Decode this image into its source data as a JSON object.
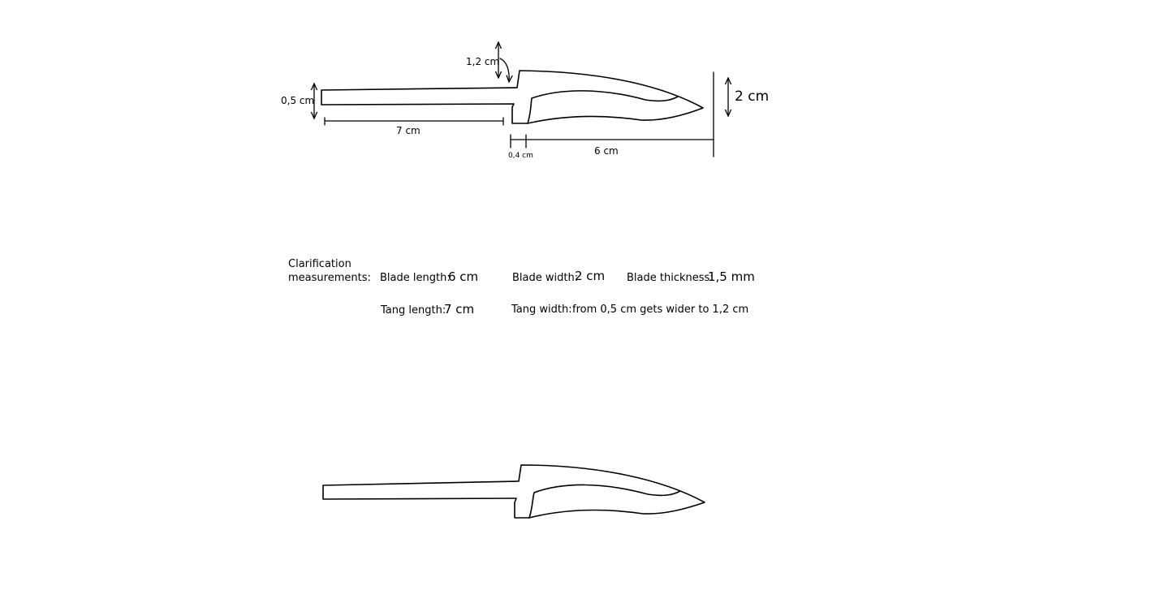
{
  "colors": {
    "ink": "#000000",
    "background": "#ffffff"
  },
  "dimensions": {
    "tang_height": "0,5 cm",
    "tang_length": "7 cm",
    "step_height": "1,2 cm",
    "gap": "0,4 cm",
    "blade_length": "6 cm",
    "blade_width": "2 cm"
  },
  "clarification": {
    "title_line1": "Clarification",
    "title_line2": "measurements:",
    "blade_length_label": "Blade length:",
    "blade_length_value": "6 cm",
    "blade_width_label": "Blade width:",
    "blade_width_value": "2 cm",
    "blade_thickness_label": "Blade thickness:",
    "blade_thickness_value": "1,5 mm",
    "tang_length_label": "Tang length:",
    "tang_length_value": "7 cm",
    "tang_width_label": "Tang width:",
    "tang_width_value": "from 0,5 cm gets wider to 1,2 cm"
  }
}
